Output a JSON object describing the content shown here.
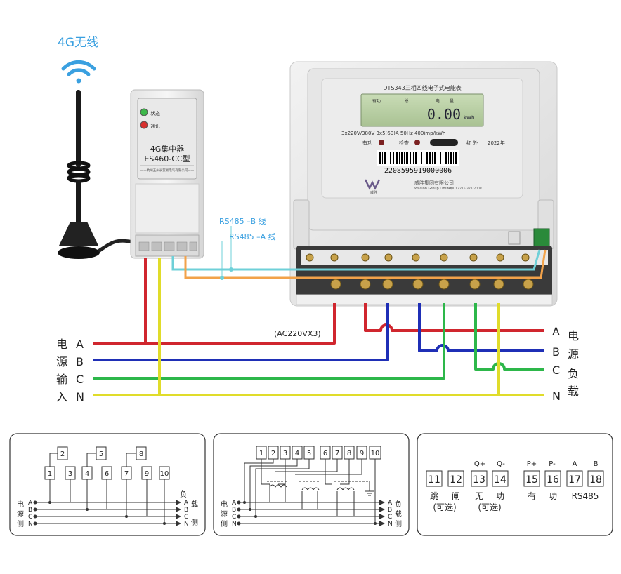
{
  "antenna": {
    "label": "4G无线"
  },
  "concentrator": {
    "status_label": "状态",
    "comm_label": "通讯",
    "title": "4G集中器",
    "model": "ES460-CC型",
    "maker": "——杭州五州长贸易电气有限公司——"
  },
  "meter": {
    "title": "DTS343三相四线电子式电能表",
    "lcd_labels": [
      "有功",
      "总",
      "电",
      "量"
    ],
    "lcd_value": "0.00",
    "lcd_unit": "kWh",
    "specs": "3x220V/380V   3x5(60)A   50Hz  400imp/kWh",
    "indicators": [
      "有功",
      "检查"
    ],
    "ir_label": "红 外",
    "year": "2022年",
    "barcode": "2208595919000006",
    "maker": "威胜集团有限公司",
    "maker_en": "Wasion Group Limited",
    "logo": "威胜",
    "std": "GB/T 17215.321-2008"
  },
  "rs485": {
    "b_label": "RS485 –B 线",
    "a_label": "RS485 –A 线"
  },
  "supply_label": "(AC220VX3)",
  "input": {
    "side_chars": [
      "电",
      "源",
      "输",
      "入"
    ],
    "phases": [
      "A",
      "B",
      "C",
      "N"
    ]
  },
  "load": {
    "side_chars": [
      "电",
      "源",
      "负",
      "载"
    ],
    "phases": [
      "A",
      "B",
      "C",
      "N"
    ]
  },
  "colors": {
    "A": "#d0262e",
    "B": "#1f2fb6",
    "C": "#2db74a",
    "N": "#e0dc2a",
    "rs485_a": "#f2a24a",
    "rs485_b": "#6fd0d8"
  },
  "diagram1": {
    "upper_terminals": [
      "2",
      "5",
      "8"
    ],
    "lower_terminals": [
      "1",
      "3",
      "4",
      "6",
      "7",
      "9",
      "10"
    ],
    "left_chars": [
      "电",
      "源",
      "侧"
    ],
    "right_chars": [
      "负",
      "载",
      "侧"
    ],
    "phases": [
      "A",
      "B",
      "C",
      "N"
    ]
  },
  "diagram2": {
    "terminals": [
      "1",
      "2",
      "3",
      "4",
      "5",
      "6",
      "7",
      "8",
      "9",
      "10"
    ],
    "left_chars": [
      "电",
      "源",
      "侧"
    ],
    "right_chars": [
      "负",
      "载",
      "侧"
    ],
    "phases": [
      "A",
      "B",
      "C",
      "N"
    ]
  },
  "diagram3": {
    "top_labels": [
      "Q+",
      "Q-",
      "P+",
      "P-",
      "A",
      "B"
    ],
    "terminals": [
      "11",
      "12",
      "13",
      "14",
      "15",
      "16",
      "17",
      "18"
    ],
    "row1": [
      "跳",
      "闸",
      "无",
      "功",
      "有",
      "功",
      "RS485"
    ],
    "row2": [
      "(可选)",
      "(可选)"
    ]
  }
}
